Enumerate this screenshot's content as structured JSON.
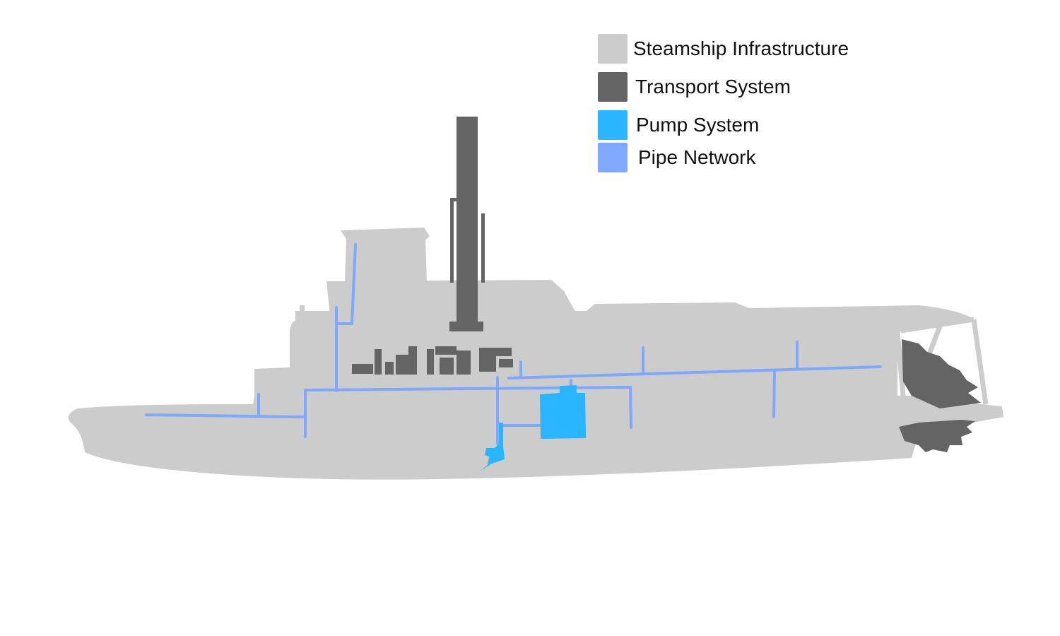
{
  "colors": {
    "infrastructure": "#cccccc",
    "transport": "#646464",
    "pump": "#2bb5ff",
    "pipe": "#7fa8ff"
  },
  "legend": [
    {
      "label": "Steamship Infrastructure",
      "color": "#cccccc"
    },
    {
      "label": "Transport System",
      "color": "#646464"
    },
    {
      "label": "Pump System",
      "color": "#2bb5ff"
    },
    {
      "label": "Pipe Network",
      "color": "#7fa8ff"
    }
  ]
}
